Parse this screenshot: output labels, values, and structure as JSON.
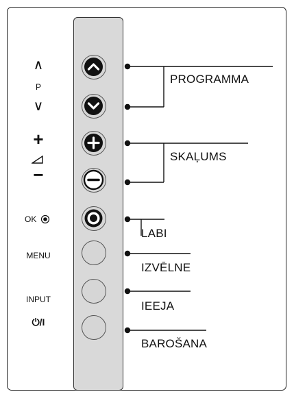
{
  "left_labels": {
    "prog_up": "∧",
    "prog_p": "P",
    "prog_down": "∨",
    "vol_plus": "+",
    "vol_minus": "−",
    "ok": "OK",
    "menu": "MENU",
    "input": "INPUT",
    "power": "⏻/I"
  },
  "callouts": {
    "programma": "PROGRAMMA",
    "skalums": "SKAĻUMS",
    "labi": "LABI",
    "izvelne": "IZVĒLNE",
    "ieeja": "IEEJA",
    "barosana": "BAROŠANA"
  },
  "buttons": [
    {
      "icon": "chevron-up-icon"
    },
    {
      "icon": "chevron-down-icon"
    },
    {
      "icon": "plus-icon"
    },
    {
      "icon": "minus-icon"
    },
    {
      "icon": "ok-target-icon"
    },
    {
      "icon": "blank"
    },
    {
      "icon": "blank"
    },
    {
      "icon": "blank"
    }
  ]
}
